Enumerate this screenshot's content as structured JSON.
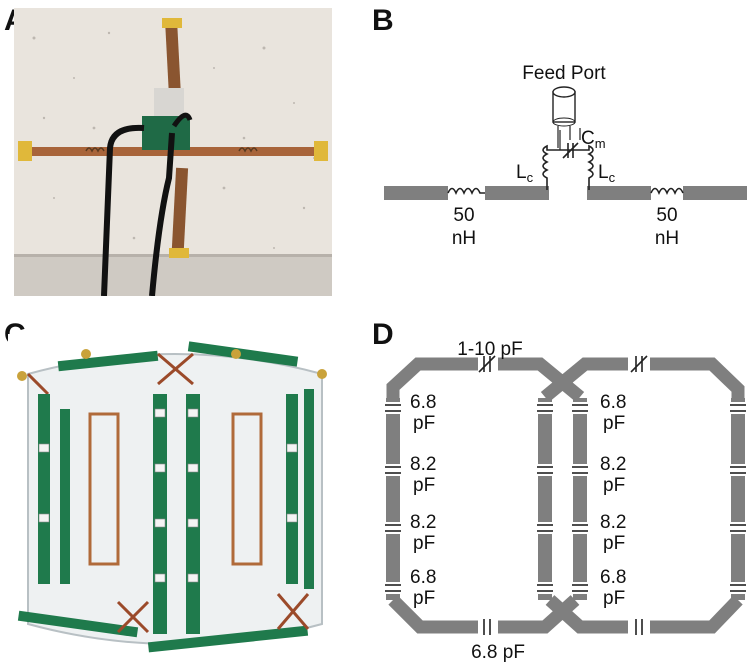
{
  "panels": {
    "a": {
      "letter": "A"
    },
    "b": {
      "letter": "B",
      "feed_port_label": "Feed Port",
      "cm_label_main": "C",
      "cm_label_sub": "m",
      "lc_left_main": "L",
      "lc_left_sub": "c",
      "lc_right_main": "L",
      "lc_right_sub": "c",
      "inductor_left_value": "50",
      "inductor_left_unit": "nH",
      "inductor_right_value": "50",
      "inductor_right_unit": "nH"
    },
    "c": {
      "letter": "C"
    },
    "d": {
      "letter": "D",
      "top_cap_label": "1-10 pF",
      "bottom_cap_label": "6.8 pF",
      "left_caps": [
        {
          "value": "6.8",
          "unit": "pF"
        },
        {
          "value": "8.2",
          "unit": "pF"
        },
        {
          "value": "8.2",
          "unit": "pF"
        },
        {
          "value": "6.8",
          "unit": "pF"
        }
      ],
      "middle_caps": [
        {
          "value": "6.8",
          "unit": "pF"
        },
        {
          "value": "8.2",
          "unit": "pF"
        },
        {
          "value": "8.2",
          "unit": "pF"
        },
        {
          "value": "6.8",
          "unit": "pF"
        }
      ]
    }
  },
  "colors": {
    "trace_gray": "#7f7f7f",
    "copper": "#b06a3a",
    "pcb_green": "#1f7a4c"
  }
}
